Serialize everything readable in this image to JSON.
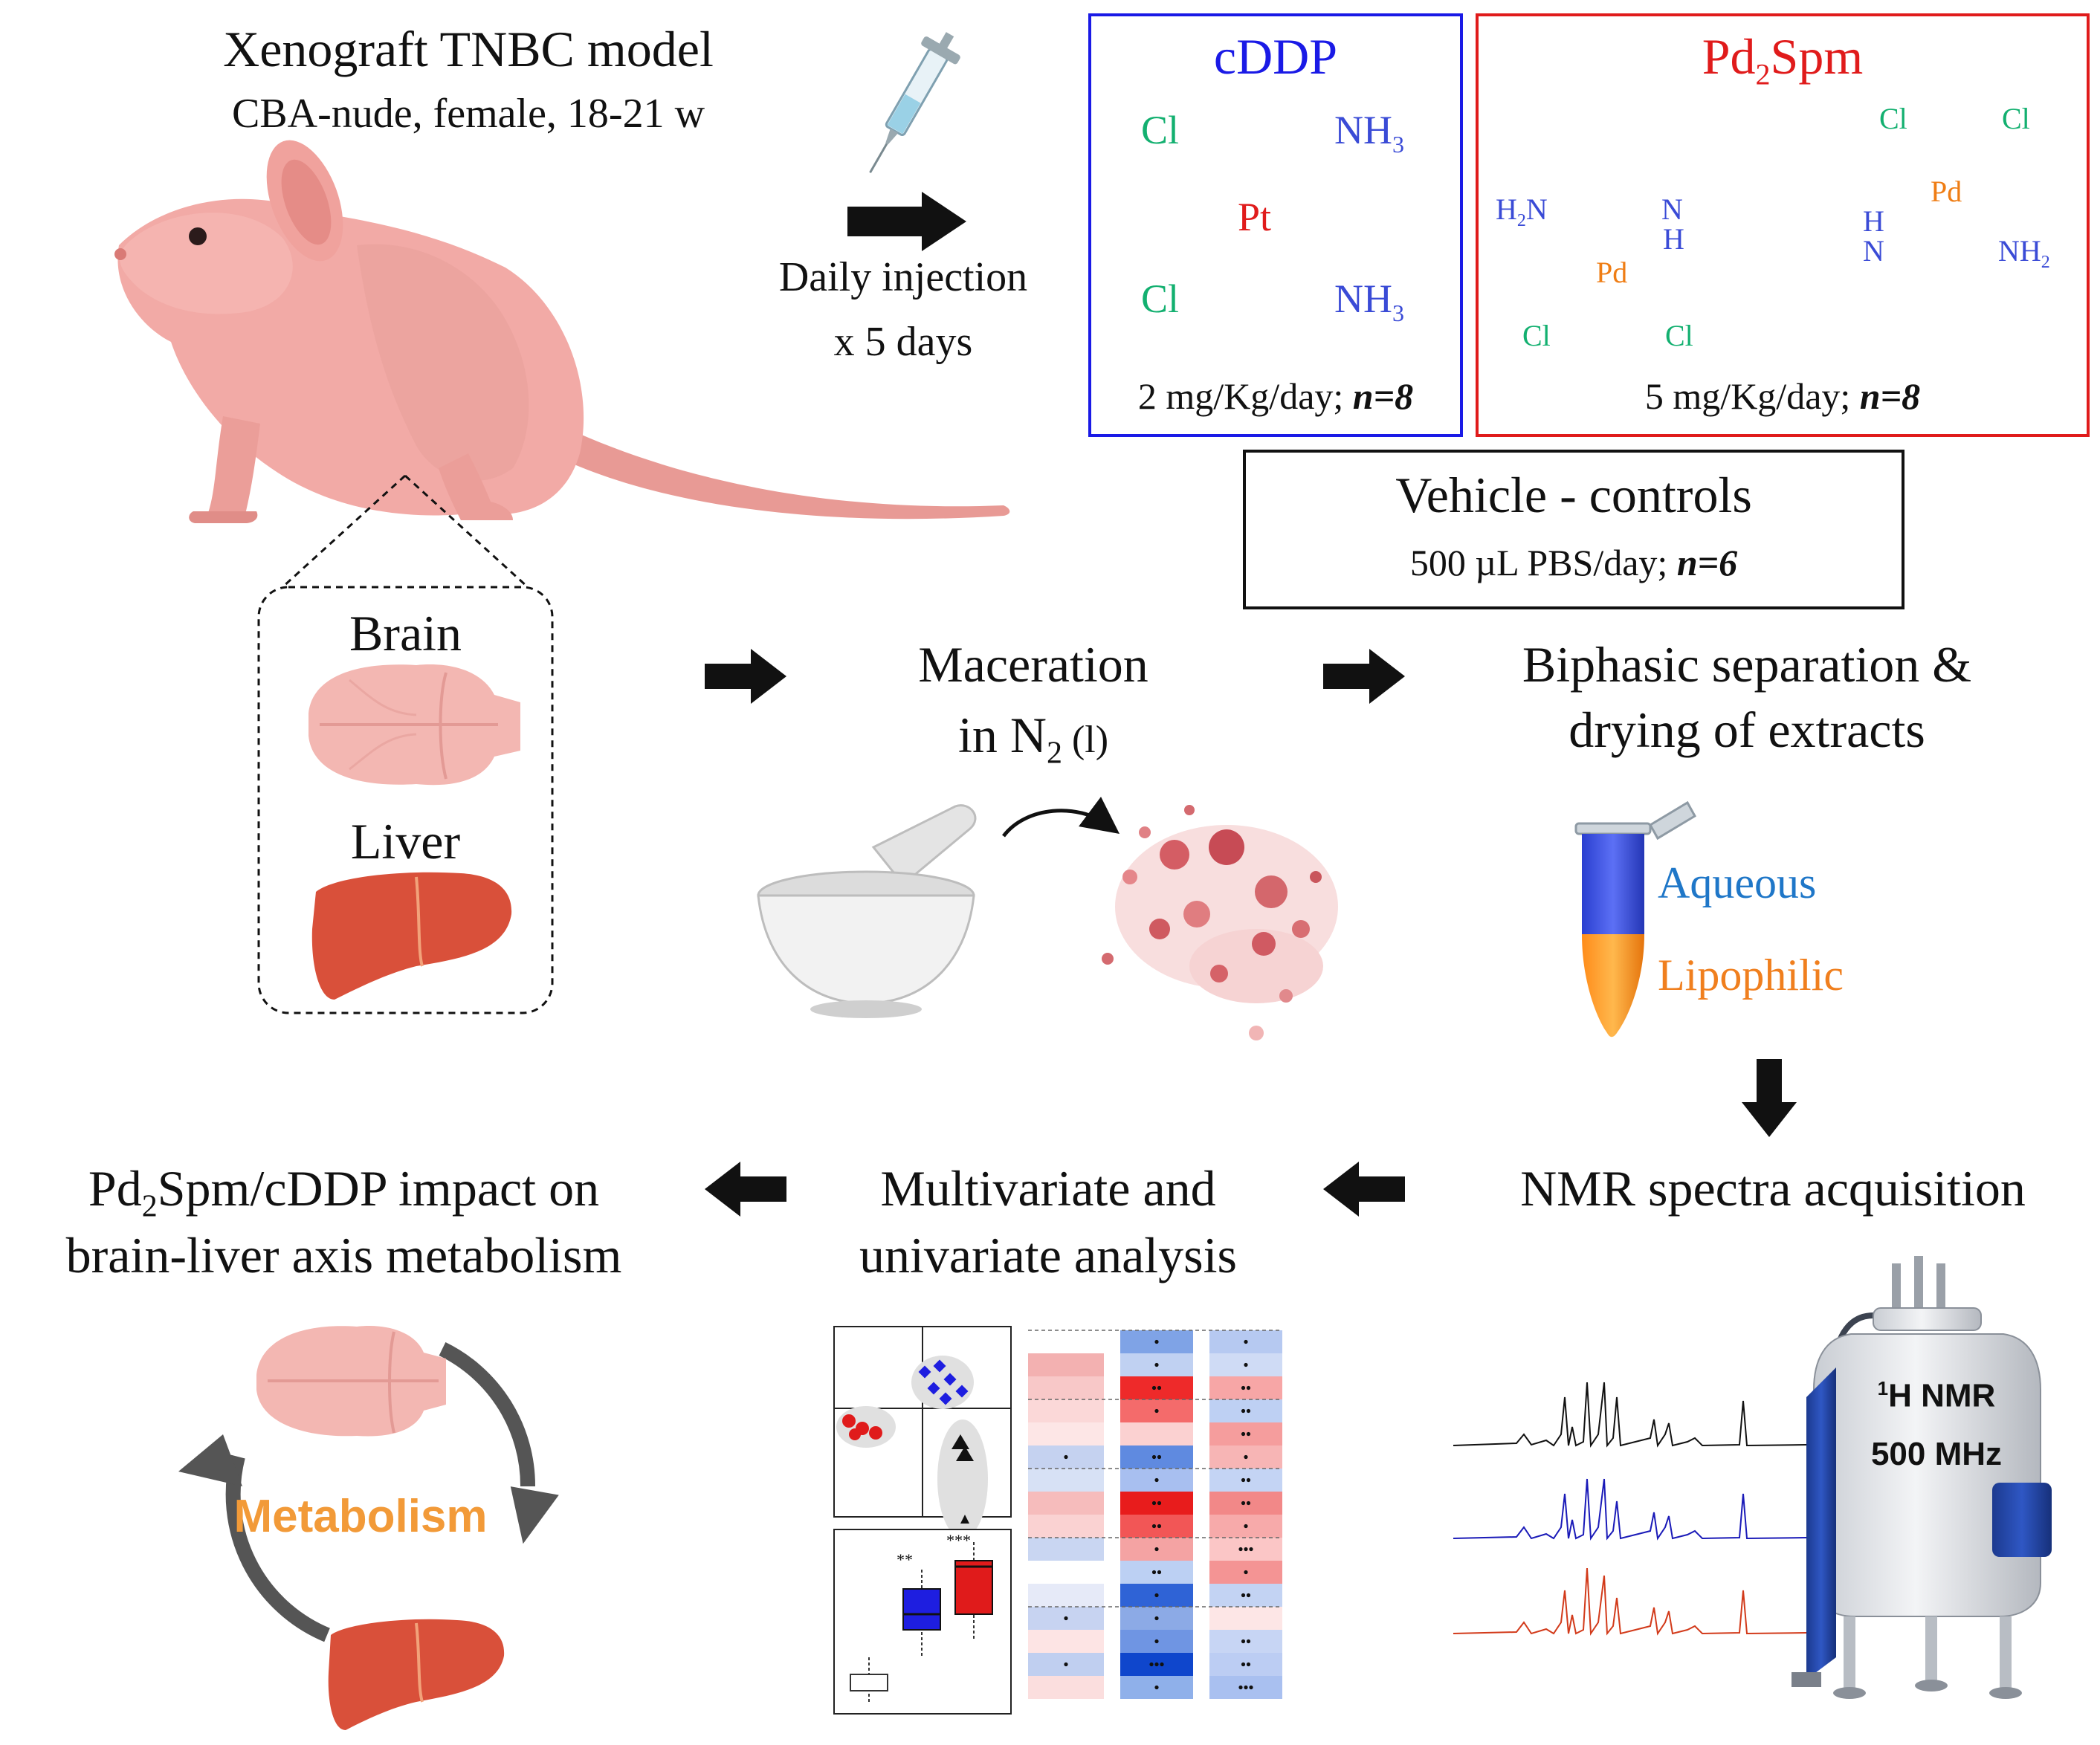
{
  "model": {
    "title": "Xenograft TNBC model",
    "subtitle": "CBA-nude, female, 18-21 w"
  },
  "injection": {
    "line1": "Daily injection",
    "line2": "x 5 days"
  },
  "cddp": {
    "name": "cDDP",
    "atoms": {
      "metal": "Pt",
      "cl_top": "Cl",
      "cl_bottom": "Cl",
      "nh3_top": "NH3",
      "nh3_bottom": "NH3"
    },
    "dose": "2 mg/Kg/day; ",
    "n": "n=8",
    "color": "#1a1ae6"
  },
  "pd2spm": {
    "name_main": "Pd",
    "name_sub": "2",
    "name_rest": "Spm",
    "atoms": {
      "metal": "Pd",
      "cl": "Cl",
      "h2n": "H2N",
      "nh": "N",
      "h": "H",
      "nh2": "NH2"
    },
    "dose": "5 mg/Kg/day; ",
    "n": "n=8",
    "color": "#e01b1b"
  },
  "vehicle": {
    "title": "Vehicle - controls",
    "dose": "500 µL PBS/day; ",
    "n": "n=6"
  },
  "organs": {
    "brain": "Brain",
    "liver": "Liver"
  },
  "maceration": {
    "line1": "Maceration",
    "line2_pre": "in  N",
    "line2_sub": "2",
    "line2_post": " (l)"
  },
  "biphasic": {
    "line1": "Biphasic separation &",
    "line2": "drying of extracts",
    "aqueous": "Aqueous",
    "lipophilic": "Lipophilic",
    "aqueous_color": "#1f77c8",
    "lipophilic_color": "#f07f1e"
  },
  "nmr": {
    "title": "NMR spectra acquisition",
    "magnet_line1_sup": "1",
    "magnet_line1": "H NMR",
    "magnet_line2": "500 MHz"
  },
  "analysis": {
    "line1": "Multivariate and",
    "line2": "univariate analysis",
    "box_sig_left": "**",
    "box_sig_right": "***"
  },
  "impact": {
    "line1_pre": "Pd",
    "line1_sub": "2",
    "line1_post": "Spm/cDDP impact on",
    "line2": "brain-liver axis metabolism",
    "cycle_label": "Metabolism",
    "cycle_color": "#f29a38"
  }
}
